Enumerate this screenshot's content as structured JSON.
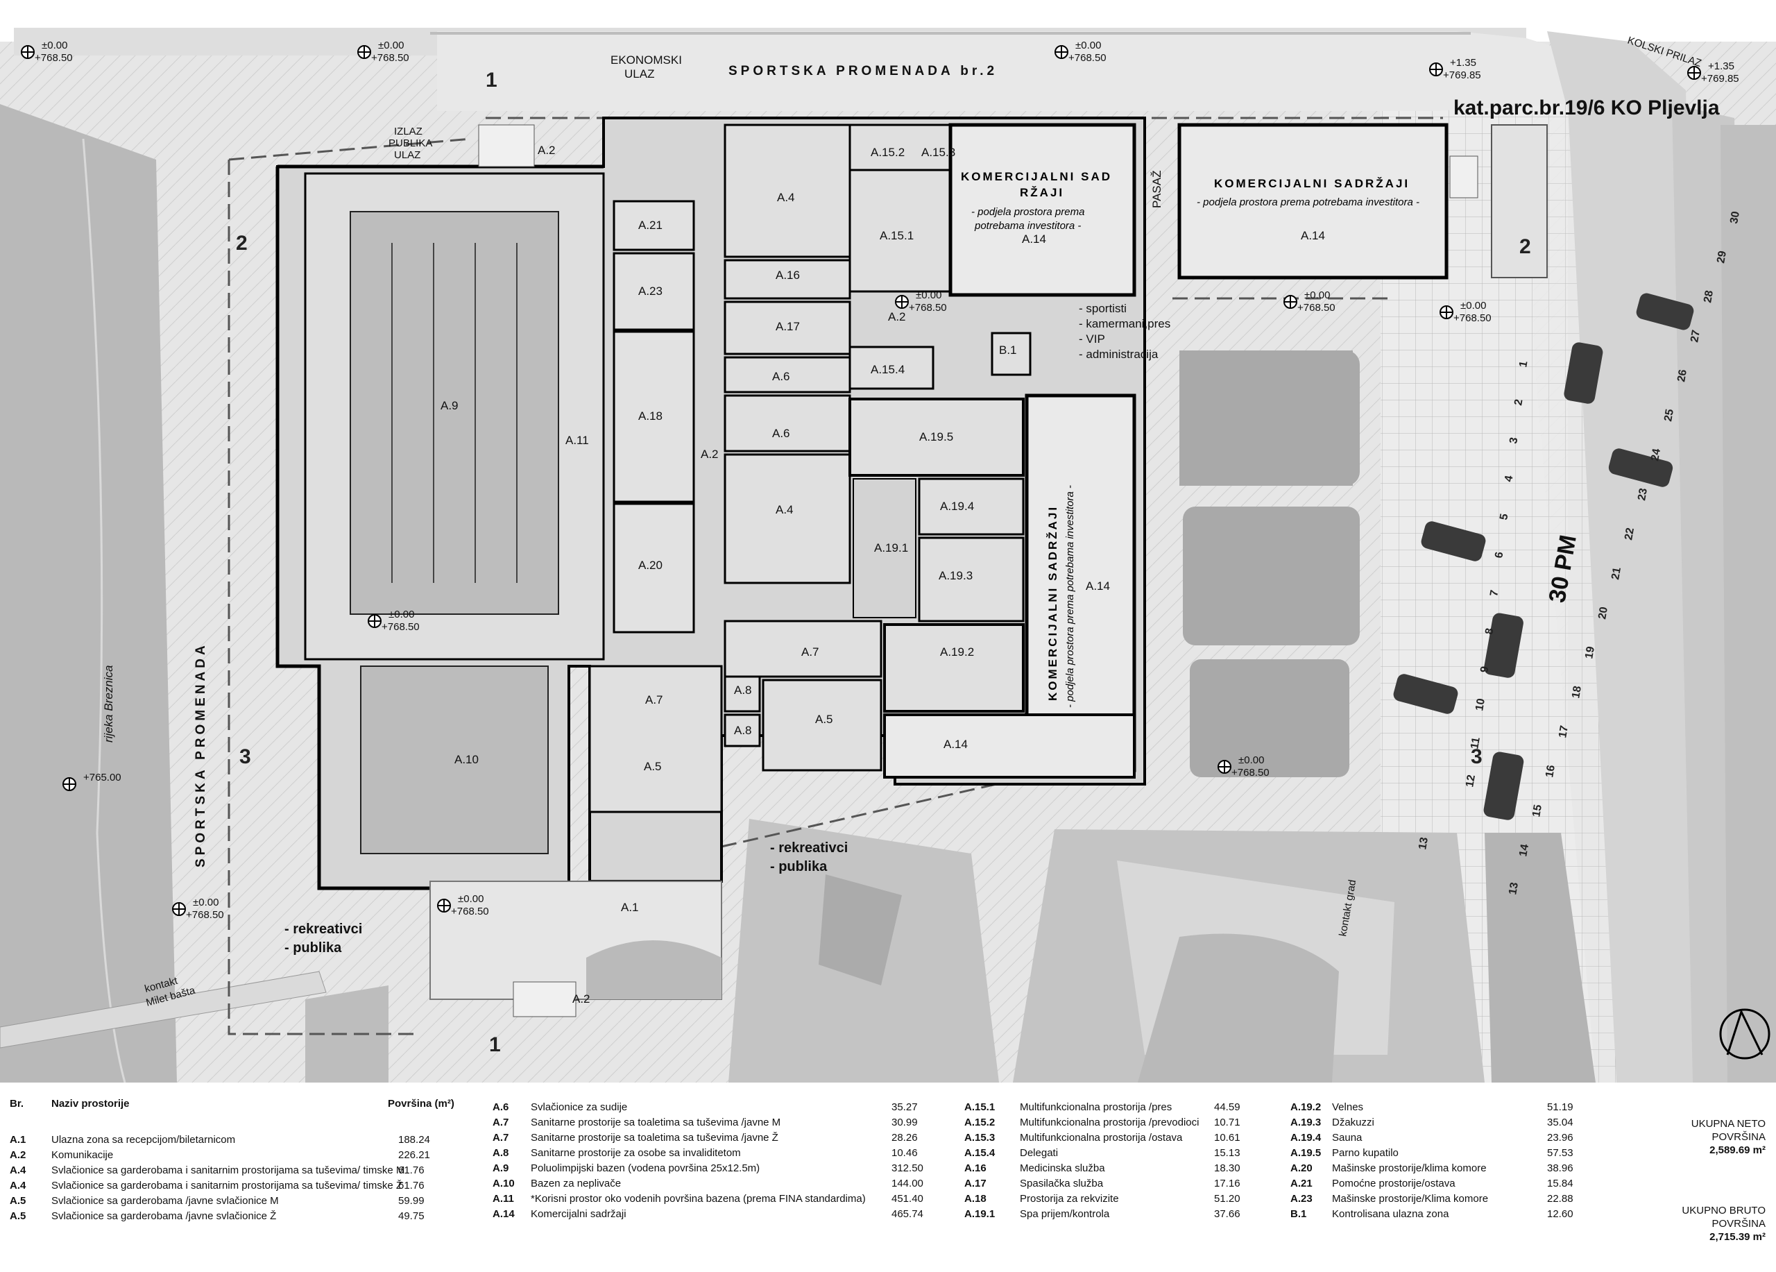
{
  "site": {
    "promenade_top": "SPORTSKA PROMENADA br.2",
    "promenade_left": "SPORTSKA PROMENADA",
    "ekonomski_ulaz": [
      "EKONOMSKI",
      "ULAZ"
    ],
    "izlaz_publika_ulaz": [
      "IZLAZ",
      "PUBLIKA",
      "ULAZ"
    ],
    "kolski_prilaz": "KOLSKI PRILAZ",
    "parcel": "kat.parc.br.19/6 KO Pljevlja",
    "pasaz": "PASAŽ",
    "river": "rijeka Breznica",
    "kontakt_milet": [
      "kontakt",
      "Milet bašta"
    ],
    "kontakt_grad": "kontakt grad",
    "access_list": [
      "- sportisti",
      "- kamermani,pres",
      "- VIP",
      "- administracija"
    ],
    "rekreativci_left": [
      "- rekreativci",
      "- publika"
    ],
    "rekreativci_right": [
      "- rekreativci",
      "- publika"
    ],
    "parking_label": "30 PM",
    "commercial_1": [
      "KOMERCIJALNI SAD",
      "RŽAJI",
      "- podjela prostora prema",
      "potrebama investitora -",
      "A.14"
    ],
    "commercial_2": [
      "KOMERCIJALNI SADRŽAJI",
      "- podjela prostora prema potrebama investitora -",
      "A.14"
    ],
    "commercial_3": [
      "KOMERCIJALNI SADRŽAJI",
      "- podjela prostora prema potrebama investitora -",
      "A.14"
    ],
    "levels": [
      {
        "top": "±0.00",
        "bottom": "+768.50"
      },
      {
        "top": "±0.00",
        "bottom": "+768.50"
      },
      {
        "top": "±0.00",
        "bottom": "+768.50"
      },
      {
        "top": "+1.35",
        "bottom": "+769.85"
      },
      {
        "top": "+1.35",
        "bottom": "+769.85"
      },
      {
        "top": "±0.00",
        "bottom": "+768.50"
      },
      {
        "top": "±0.00",
        "bottom": "+768.50"
      },
      {
        "top": "±0.00",
        "bottom": "+768.50"
      },
      {
        "top": "±0.00",
        "bottom": "+768.50"
      },
      {
        "top": "±0.00",
        "bottom": "+768.50"
      },
      {
        "top": "±0.00",
        "bottom": "+768.50"
      },
      {
        "top": "±0.00",
        "bottom": "+768.50"
      },
      {
        "top": "+765.00",
        "bottom": ""
      }
    ],
    "section_marks": [
      "1",
      "1",
      "2",
      "2",
      "3",
      "3"
    ],
    "rooms": [
      "A.2",
      "A.9",
      "A.11",
      "A.10",
      "A.21",
      "A.23",
      "A.18",
      "A.20",
      "A.4",
      "A.16",
      "A.17",
      "A.6",
      "A.6",
      "A.4",
      "A.2",
      "A.15.2",
      "A.15.3",
      "A.15.1",
      "A.2",
      "B.1",
      "A.15.4",
      "A.19.5",
      "A.19.4",
      "A.19.1",
      "A.19.3",
      "A.19.2",
      "A.7",
      "A.8",
      "A.8",
      "A.7",
      "A.5",
      "A.5",
      "A.14",
      "A.1",
      "A.2"
    ],
    "parking_numbers": [
      "1",
      "2",
      "3",
      "4",
      "5",
      "6",
      "7",
      "8",
      "9",
      "10",
      "11",
      "12",
      "13",
      "13",
      "14",
      "15",
      "16",
      "17",
      "18",
      "19",
      "20",
      "21",
      "22",
      "23",
      "24",
      "25",
      "26",
      "27",
      "28",
      "29",
      "30"
    ]
  },
  "legend": {
    "headers": {
      "no": "Br.",
      "name": "Naziv prostorije",
      "area": "Površina (m²)"
    },
    "columns": [
      [
        {
          "no": "A.1",
          "name": "Ulazna zona sa recepcijom/biletarnicom",
          "area": "188.24"
        },
        {
          "no": "A.2",
          "name": "Komunikacije",
          "area": "226.21"
        },
        {
          "no": "A.4",
          "name": "Svlačionice sa garderobama i sanitarnim prostorijama sa tuševima/ timske M",
          "area": "61.76"
        },
        {
          "no": "A.4",
          "name": "Svlačionice sa garderobama i sanitarnim prostorijama sa tuševima/ timske Ž",
          "area": "61.76"
        },
        {
          "no": "A.5",
          "name": "Svlačionice sa garderobama /javne svlačionice M",
          "area": "59.99"
        },
        {
          "no": "A.5",
          "name": "Svlačionice sa garderobama /javne svlačionice Ž",
          "area": "49.75"
        }
      ],
      [
        {
          "no": "A.6",
          "name": "Svlačionice za sudije",
          "area": "35.27"
        },
        {
          "no": "A.7",
          "name": "Sanitarne prostorije sa toaletima sa tuševima /javne M",
          "area": "30.99"
        },
        {
          "no": "A.7",
          "name": "Sanitarne prostorije sa toaletima sa tuševima /javne Ž",
          "area": "28.26"
        },
        {
          "no": "A.8",
          "name": "Sanitarne prostorije za osobe sa invaliditetom",
          "area": "10.46"
        },
        {
          "no": "A.9",
          "name": "Poluolimpijski bazen (vodena površina 25x12.5m)",
          "area": "312.50"
        },
        {
          "no": "A.10",
          "name": "Bazen za neplivače",
          "area": "144.00"
        },
        {
          "no": "A.11",
          "name": "*Korisni prostor oko vodenih površina bazena (prema FINA standardima)",
          "area": "451.40"
        },
        {
          "no": "A.14",
          "name": "Komercijalni sadržaji",
          "area": "465.74"
        }
      ],
      [
        {
          "no": "A.15.1",
          "name": "Multifunkcionalna prostorija /pres",
          "area": "44.59"
        },
        {
          "no": "A.15.2",
          "name": "Multifunkcionalna prostorija /prevodioci",
          "area": "10.71"
        },
        {
          "no": "A.15.3",
          "name": "Multifunkcionalna prostorija /ostava",
          "area": "10.61"
        },
        {
          "no": "A.15.4",
          "name": "Delegati",
          "area": "15.13"
        },
        {
          "no": "A.16",
          "name": "Medicinska služba",
          "area": "18.30"
        },
        {
          "no": "A.17",
          "name": "Spasilačka služba",
          "area": "17.16"
        },
        {
          "no": "A.18",
          "name": "Prostorija za rekvizite",
          "area": "51.20"
        },
        {
          "no": "A.19.1",
          "name": "Spa prijem/kontrola",
          "area": "37.66"
        }
      ],
      [
        {
          "no": "A.19.2",
          "name": "Velnes",
          "area": "51.19"
        },
        {
          "no": "A.19.3",
          "name": "Džakuzzi",
          "area": "35.04"
        },
        {
          "no": "A.19.4",
          "name": "Sauna",
          "area": "23.96"
        },
        {
          "no": "A.19.5",
          "name": "Parno kupatilo",
          "area": "57.53"
        },
        {
          "no": "A.20",
          "name": "Mašinske prostorije/klima komore",
          "area": "38.96"
        },
        {
          "no": "A.21",
          "name": "Pomoćne prostorije/ostava",
          "area": "15.84"
        },
        {
          "no": "A.23",
          "name": "Mašinske prostorije/Klima komore",
          "area": "22.88"
        },
        {
          "no": "B.1",
          "name": "Kontrolisana ulazna zona",
          "area": "12.60"
        }
      ]
    ],
    "totals": {
      "neto_label": [
        "UKUPNA NETO",
        "POVRŠINA"
      ],
      "neto_value": "2,589.69 m²",
      "bruto_label": [
        "UKUPNO BRUTO",
        "POVRŠINA"
      ],
      "bruto_value": "2,715.39 m²"
    }
  },
  "colors": {
    "paving": "#e6e6e6",
    "green": "#a9a9a9",
    "building": "#d2d2d2",
    "pool": "#bcbcbc",
    "wall": "#000000",
    "car": "#3a3a3a"
  }
}
